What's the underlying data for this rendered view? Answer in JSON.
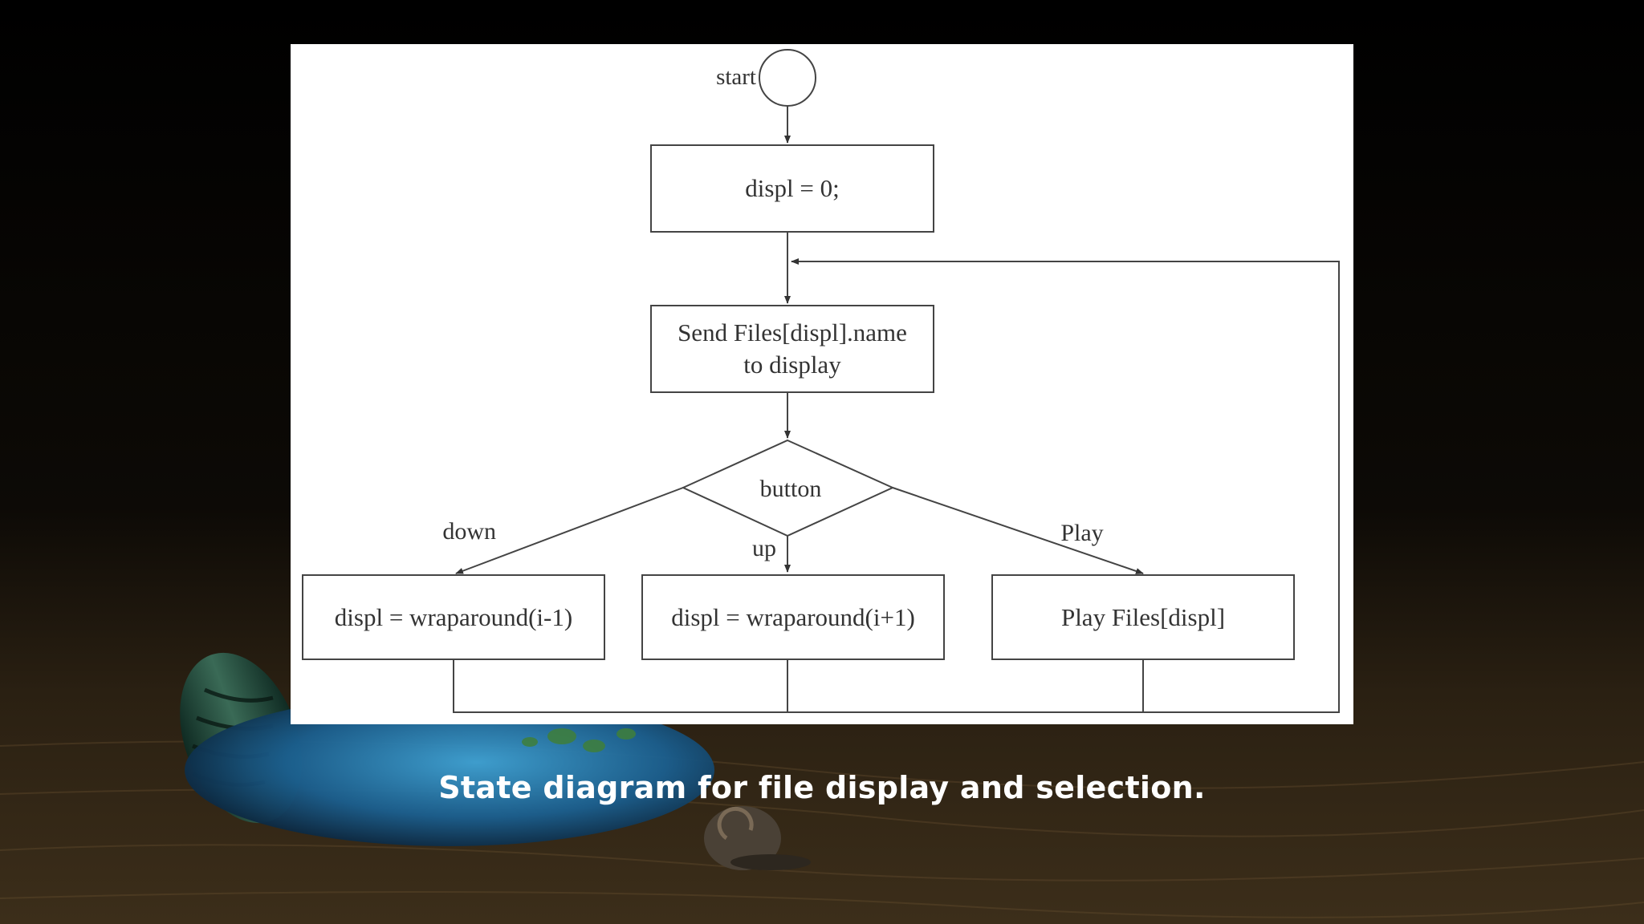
{
  "diagram": {
    "start_label": "start",
    "init_box": "displ = 0;",
    "send_box_line1": "Send Files[displ].name",
    "send_box_line2": "to display",
    "decision": "button",
    "edge_down": "down",
    "edge_up": "up",
    "edge_play": "Play",
    "box_down": "displ = wraparound(i-1)",
    "box_up": "displ = wraparound(i+1)",
    "box_play": "Play Files[displ]"
  },
  "caption": "State diagram for file display and selection."
}
